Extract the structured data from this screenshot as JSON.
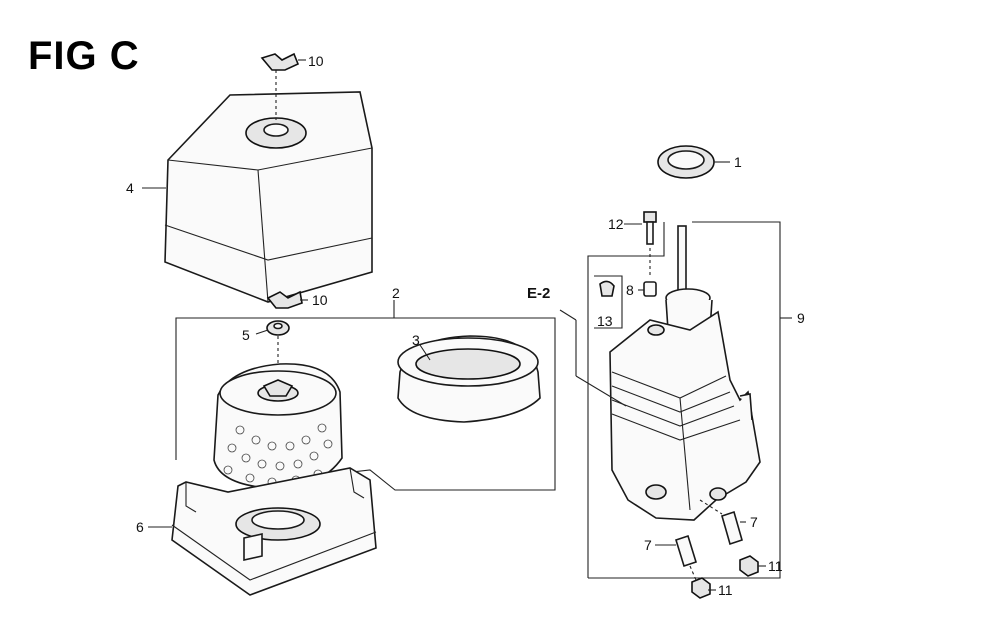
{
  "figure": {
    "title": "FIG C"
  },
  "callouts": {
    "c1": "1",
    "c2": "2",
    "c3": "3",
    "c4": "4",
    "c5": "5",
    "c6": "6",
    "c7a": "7",
    "c7b": "7",
    "c8": "8",
    "c9": "9",
    "c10a": "10",
    "c10b": "10",
    "c11a": "11",
    "c11b": "11",
    "c12": "12",
    "c13": "13"
  },
  "reference": {
    "label": "E-2"
  }
}
